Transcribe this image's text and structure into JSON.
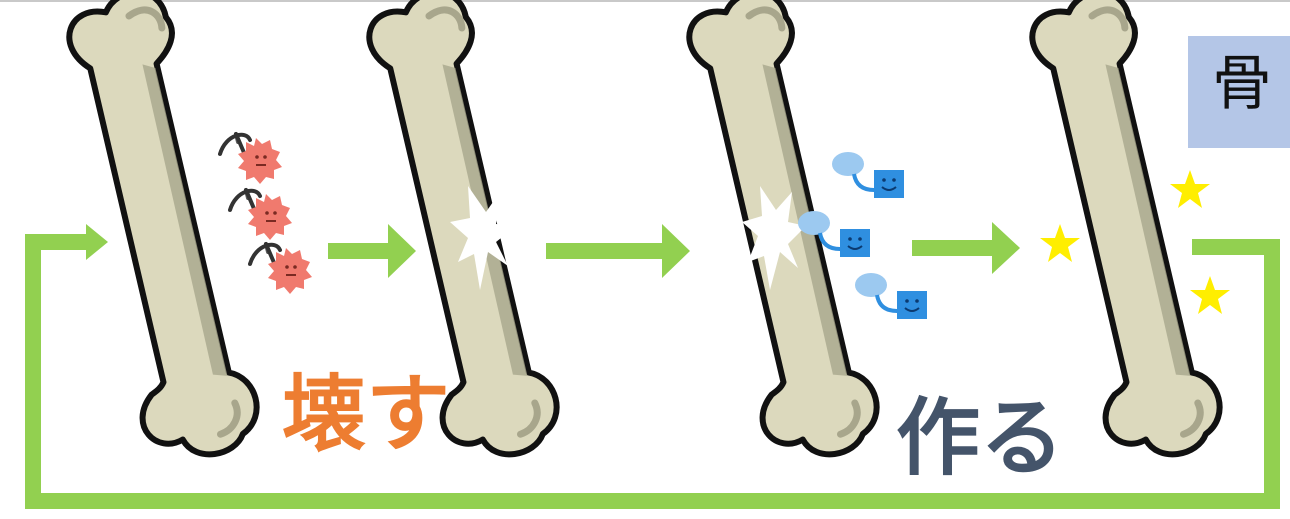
{
  "title_box": {
    "text": "骨"
  },
  "labels": {
    "break": "壊す",
    "make": "作る"
  },
  "colors": {
    "arrow": "#92d050",
    "bone_fill": "#dcd9bd",
    "bone_shade": "#a8a68c",
    "outline": "#111111",
    "osteoclast": "#f07a6e",
    "osteoblast": "#2f8fe0",
    "star": "#ffee00",
    "label_break": "#ed7d31",
    "label_make": "#44546a",
    "title_box_bg": "#b4c6e7"
  },
  "icons": [
    "bone-icon",
    "pickaxe-icon",
    "osteoclast-icon",
    "crack-icon",
    "osteoblast-icon",
    "star-icon",
    "arrow-icon"
  ]
}
